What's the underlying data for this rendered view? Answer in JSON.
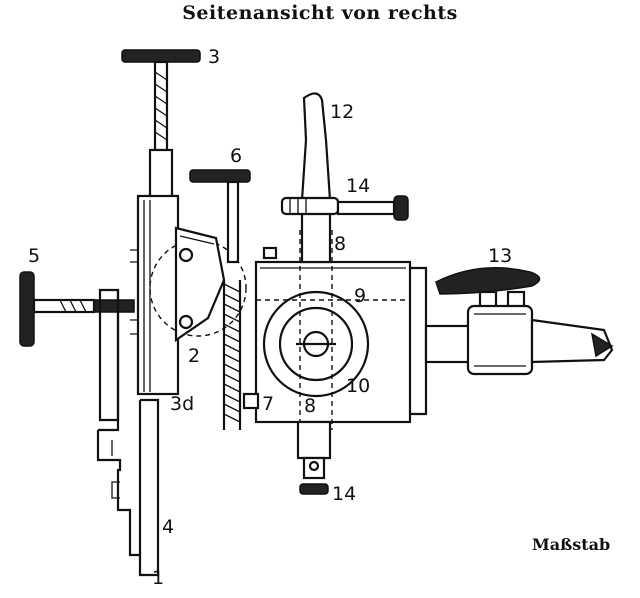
{
  "title": "Seitenansicht von rechts",
  "scale_label": "Maßstab",
  "part_labels": {
    "p1": "1",
    "p2": "2",
    "p3": "3",
    "p3d": "3d",
    "p4": "4",
    "p5": "5",
    "p6": "6",
    "p7": "7",
    "p8a": "8",
    "p8b": "8",
    "p9": "9",
    "p10": "10",
    "p12": "12",
    "p13": "13",
    "p14a": "14",
    "p14b": "14"
  }
}
